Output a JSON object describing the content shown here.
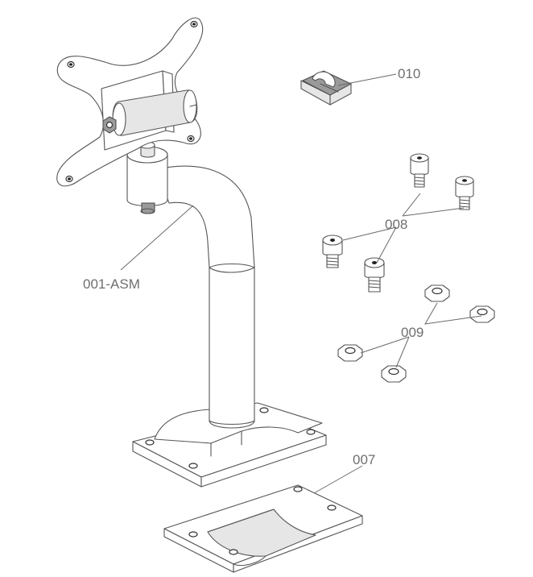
{
  "labels": {
    "base_assembly": "001-ASM",
    "clamp_plate": "007",
    "socket_screws": "008",
    "hex_nuts": "009",
    "cable_clip": "010"
  }
}
